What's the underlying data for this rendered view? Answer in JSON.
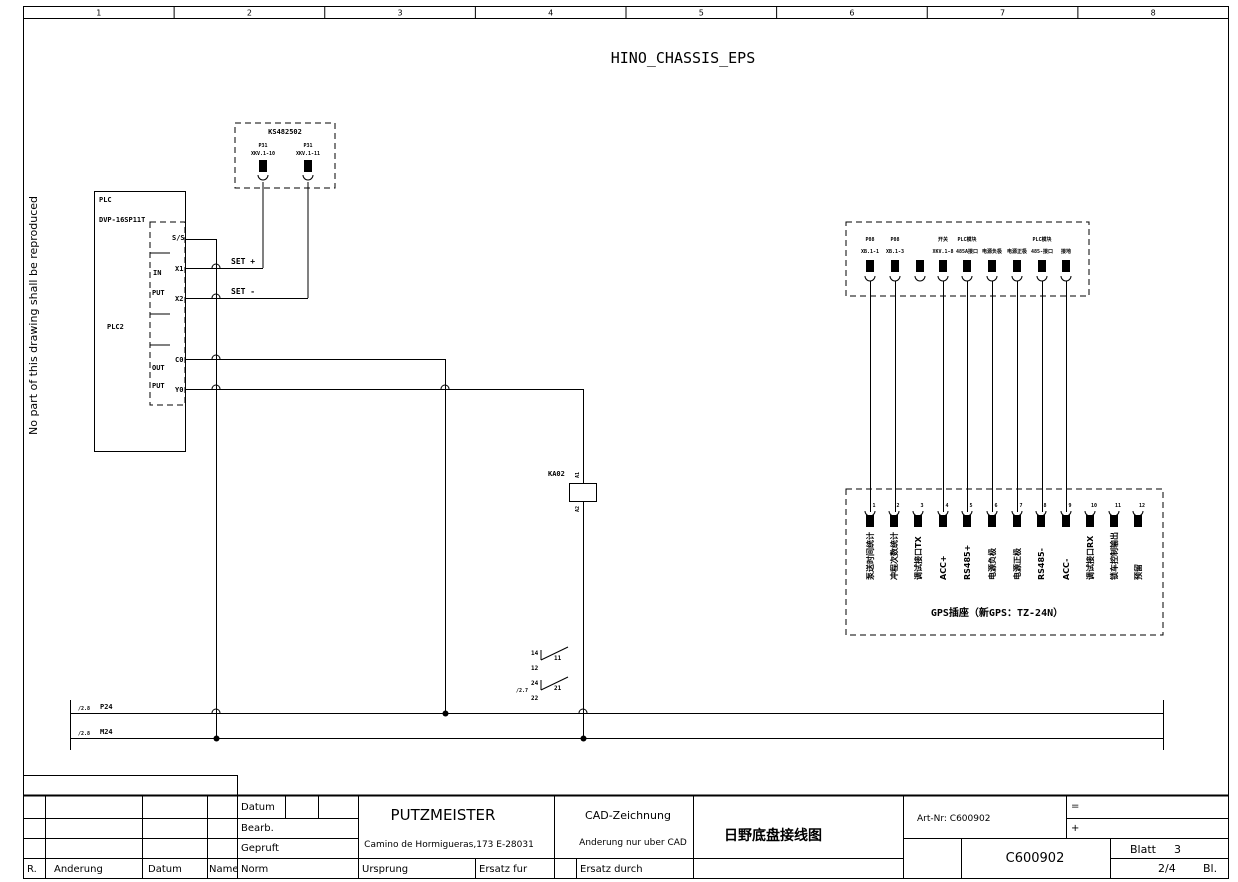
{
  "grid_columns": [
    "1",
    "2",
    "3",
    "4",
    "5",
    "6",
    "7",
    "8"
  ],
  "drawing_title": "HINO_CHASSIS_EPS",
  "side_note": "No part of this drawing shall be reproduced",
  "connector_ks": {
    "name": "KS482502",
    "pins": [
      {
        "label": "P31",
        "ref": "XKV.1-10"
      },
      {
        "label": "P31",
        "ref": "XKV.1-11"
      }
    ]
  },
  "plc": {
    "title": "PLC",
    "model": "DVP-16SP11T",
    "name": "PLC2",
    "in_label": "IN",
    "in_put": "PUT",
    "out_label": "OUT",
    "out_put": "PUT",
    "terminals": [
      "S/S",
      "X1",
      "X2",
      "C0",
      "Y0"
    ]
  },
  "signals": {
    "set_plus": "SET +",
    "set_minus": "SET -"
  },
  "relay": {
    "name": "KA02",
    "a1": "A1",
    "a2": "A2"
  },
  "contacts": {
    "c1_top": "14",
    "c1_right": "11",
    "c1_bottom": "12",
    "c2_ref": "/2.7",
    "c2_top": "24",
    "c2_right": "21",
    "c2_bottom": "22"
  },
  "rails": [
    {
      "ref": "/2.8",
      "name": "P24"
    },
    {
      "ref": "/2.8",
      "name": "M24"
    }
  ],
  "connector_top": {
    "pins": [
      {
        "l1": "P08",
        "l2": "XB.1-1"
      },
      {
        "l1": "P08",
        "l2": "XB.1-3"
      },
      {
        "l1": "",
        "l2": ""
      },
      {
        "l1": "开关",
        "l2": "XKV.1-8"
      },
      {
        "l1": "PLC模块",
        "l2": "485A接口"
      },
      {
        "l1": "",
        "l2": "电源负极"
      },
      {
        "l1": "",
        "l2": "电源正极"
      },
      {
        "l1": "PLC模块",
        "l2": "485-接口"
      },
      {
        "l1": "",
        "l2": "接地"
      }
    ]
  },
  "gps": {
    "title": "GPS插座（新GPS：TZ-24N）",
    "pins": [
      {
        "num": "1",
        "label": "泵送时间统计"
      },
      {
        "num": "2",
        "label": "冲程次数统计"
      },
      {
        "num": "3",
        "label": "调试接口TX"
      },
      {
        "num": "4",
        "label": "ACC+"
      },
      {
        "num": "5",
        "label": "RS485+"
      },
      {
        "num": "6",
        "label": "电源负极"
      },
      {
        "num": "7",
        "label": "电源正极"
      },
      {
        "num": "8",
        "label": "RS485-"
      },
      {
        "num": "9",
        "label": "ACC-"
      },
      {
        "num": "10",
        "label": "调试接口RX"
      },
      {
        "num": "11",
        "label": "锁车控制输出"
      },
      {
        "num": "12",
        "label": "预留"
      }
    ]
  },
  "title_block": {
    "datum": "Datum",
    "bearb": "Bearb.",
    "gepruft": "Gepruft",
    "norm": "Norm",
    "r": "R.",
    "anderung": "Anderung",
    "datum2": "Datum",
    "name": "Name",
    "company": "PUTZMEISTER",
    "address": "Camino de Hormigueras,173 E-28031",
    "cad": "CAD-Zeichnung",
    "cad_note": "Anderung nur uber CAD",
    "ursprung": "Ursprung",
    "ersatz_fur": "Ersatz fur",
    "ersatz_durch": "Ersatz durch",
    "drawing_name": "日野底盘接线图",
    "art_nr": "Art-Nr: C600902",
    "eq": "=",
    "plus": "+",
    "doc_no": "C600902",
    "blatt": "Blatt",
    "blatt_no": "3",
    "sheet": "2/4",
    "bl": "Bl."
  }
}
